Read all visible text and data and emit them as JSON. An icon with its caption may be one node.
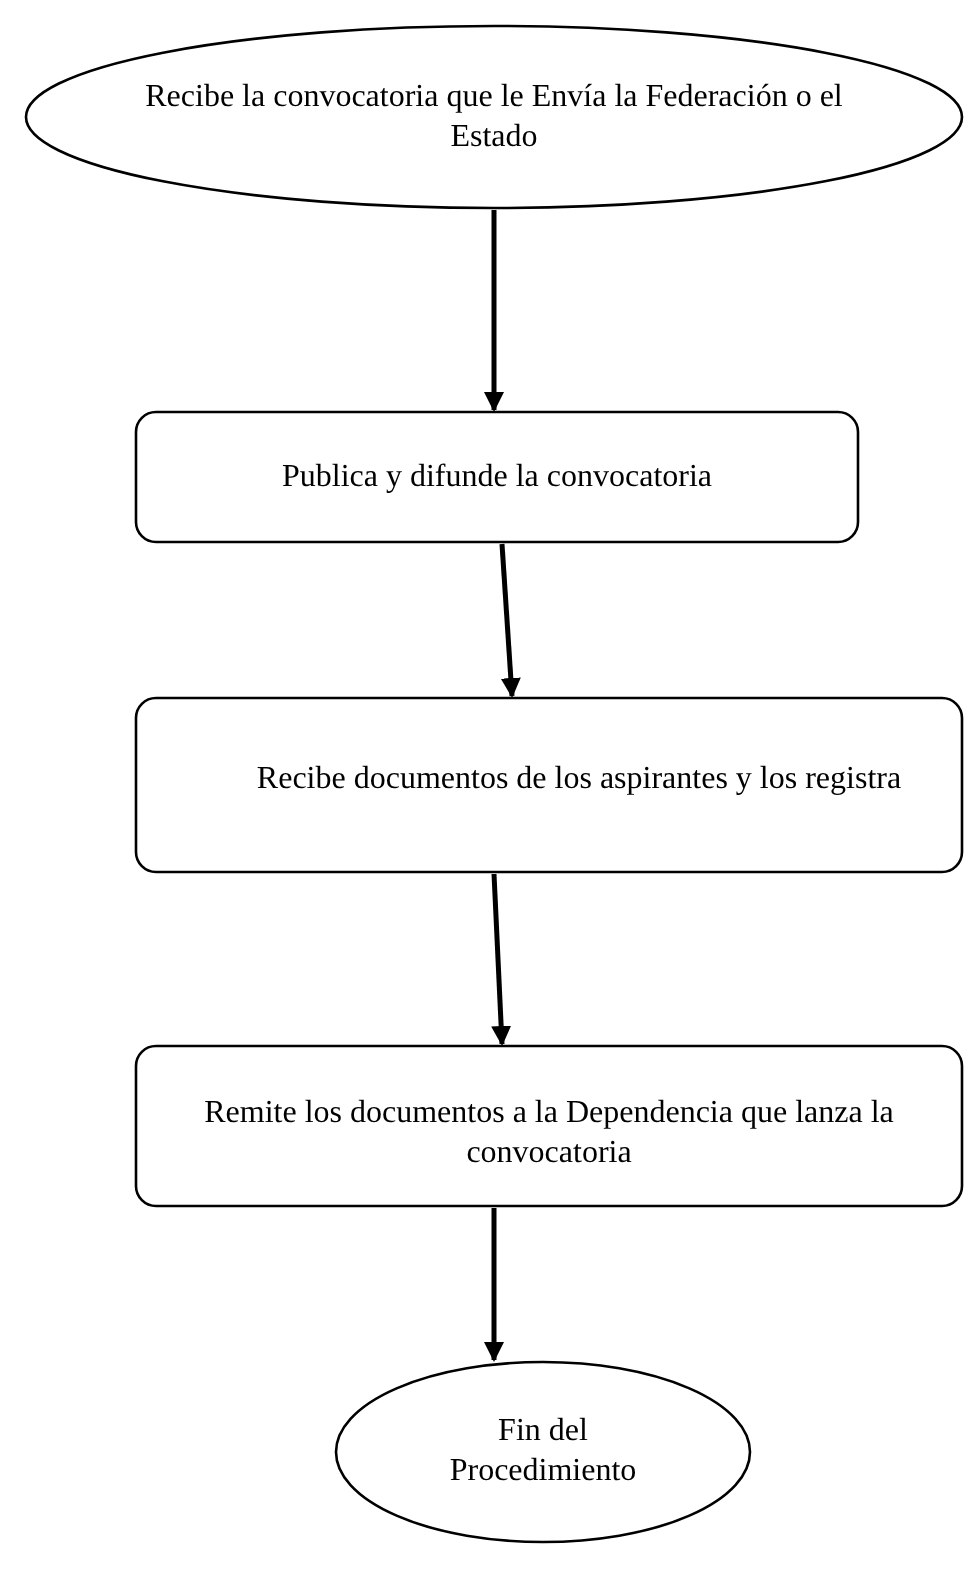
{
  "diagram": {
    "nodes": [
      {
        "text": [
          "Recibe la convocatoria que le Envía la Federación o el Estado"
        ]
      },
      {
        "text": [
          "Publica y difunde la convocatoria"
        ]
      },
      {
        "text": [
          "Recibe documentos de los aspirantes y los registra"
        ]
      },
      {
        "text": [
          "Remite los documentos a la Dependencia que lanza la convocatoria"
        ]
      },
      {
        "text": [
          "Fin del Procedimiento"
        ]
      }
    ],
    "edges": [
      {
        "from": 0,
        "to": 1,
        "arrow": "to"
      },
      {
        "from": 1,
        "to": 2,
        "arrow": "to"
      },
      {
        "from": 2,
        "to": 3,
        "arrow": "to"
      },
      {
        "from": 3,
        "to": 4,
        "arrow": "to"
      }
    ]
  }
}
